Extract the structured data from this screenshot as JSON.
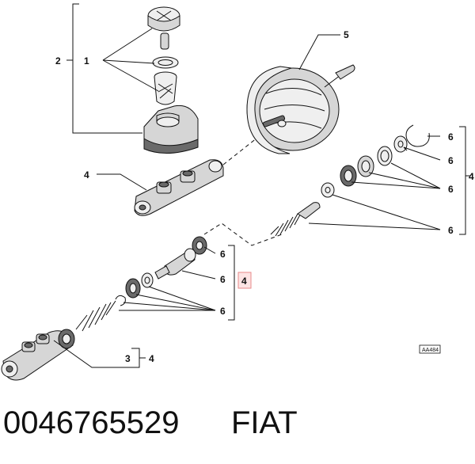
{
  "callouts": {
    "c1": "1",
    "c2": "2",
    "c3": "3",
    "c4_pump": "4",
    "c4_right": "4",
    "c4_highlight": "4",
    "c4_bottom": "4",
    "c5": "5",
    "c6_r1": "6",
    "c6_r2": "6",
    "c6_r3": "6",
    "c6_r4": "6",
    "c6_m1": "6",
    "c6_m2": "6",
    "c6_m3": "6"
  },
  "reference_code": "AA484",
  "footer": {
    "part_number": "0046765529",
    "brand": "FIAT"
  },
  "colors": {
    "highlight_fill": "#fde4e4",
    "highlight_border": "#e88a8a"
  }
}
